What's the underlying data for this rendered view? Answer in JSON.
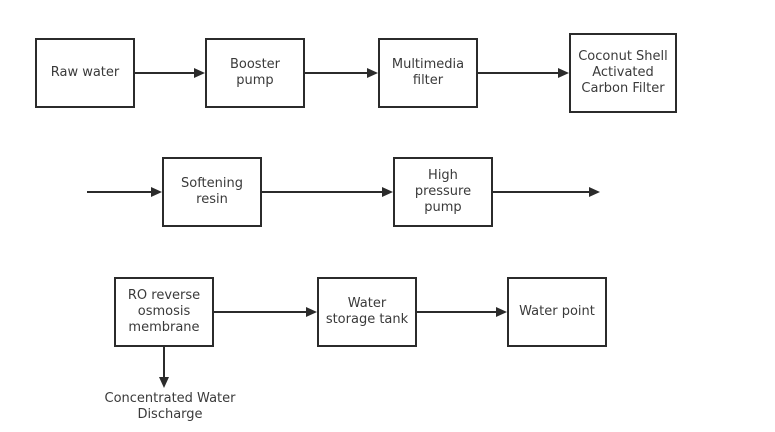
{
  "diagram": {
    "nodes": {
      "raw_water": "Raw water",
      "booster_pump": "Booster\npump",
      "multimedia_filter": "Multimedia\nfilter",
      "carbon_filter": "Coconut Shell\nActivated\nCarbon Filter",
      "softening_resin": "Softening\nresin",
      "high_pressure_pump": "High\npressure\npump",
      "ro_membrane": "RO reverse\nosmosis\nmembrane",
      "water_storage_tank": "Water\nstorage tank",
      "water_point": "Water point"
    },
    "labels": {
      "concentrated_discharge": "Concentrated Water\nDischarge"
    }
  }
}
